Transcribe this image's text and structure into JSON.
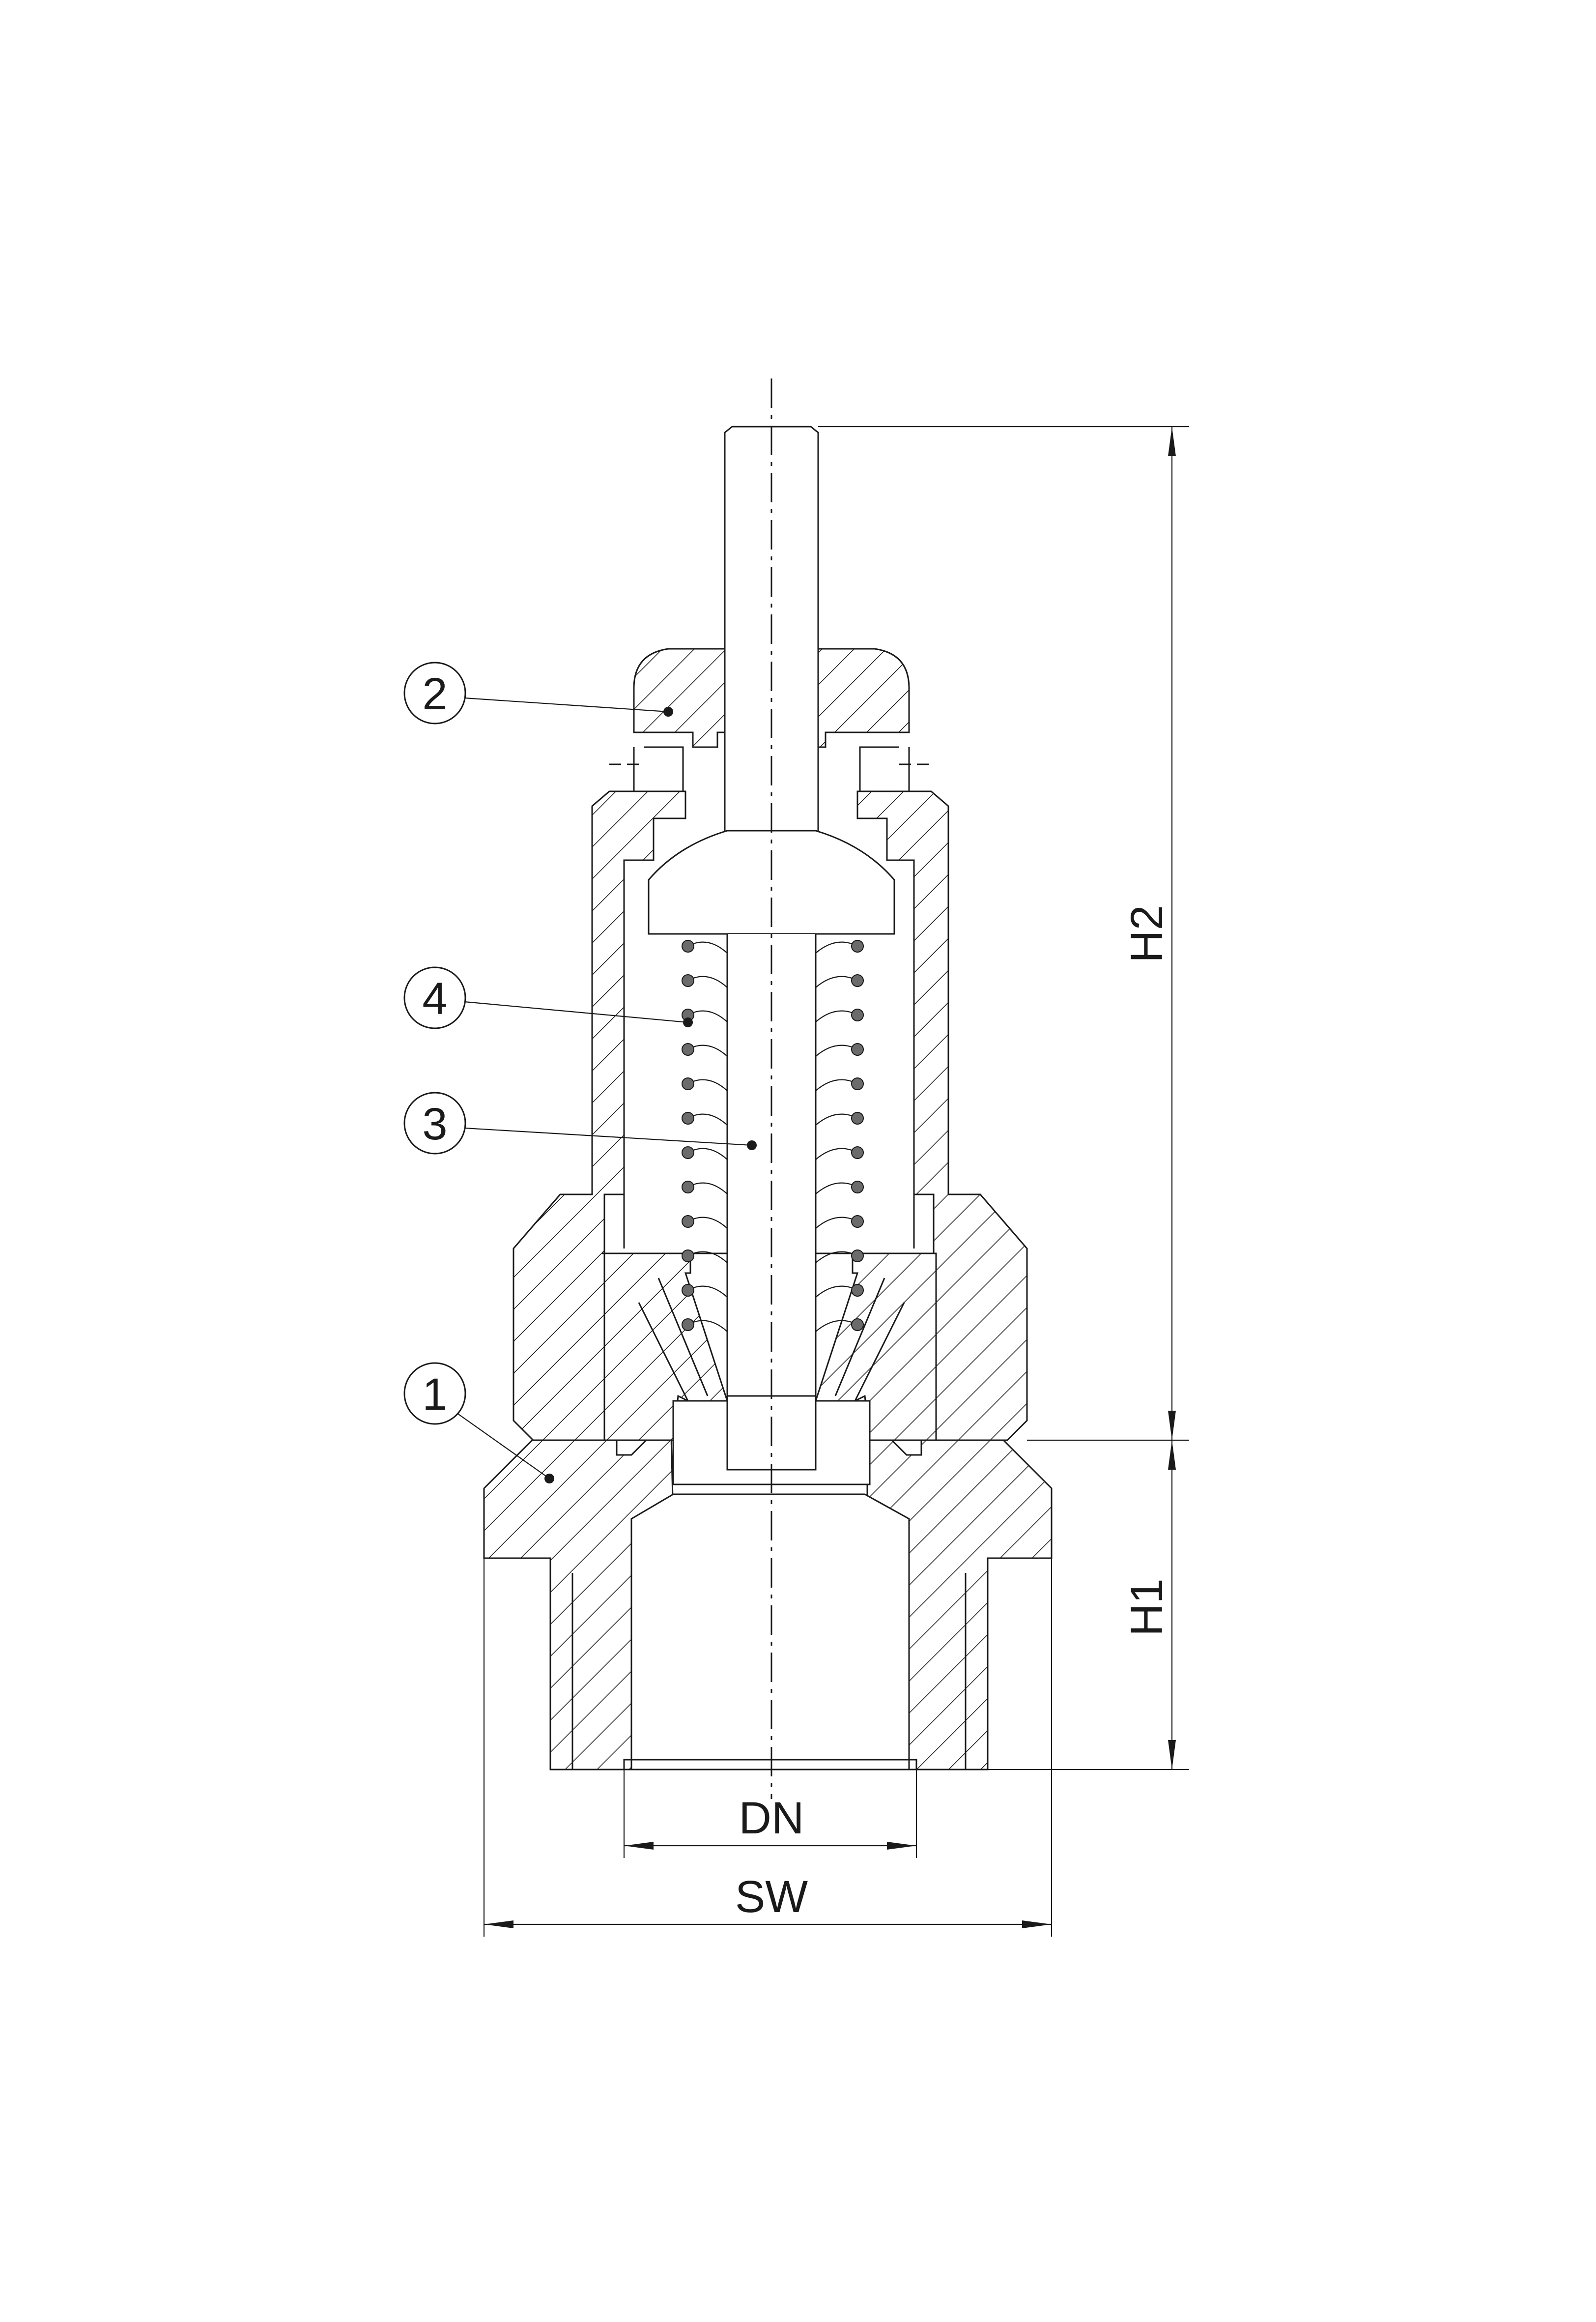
{
  "drawing": {
    "type": "sectional-view",
    "subject": "spring-loaded safety relief valve",
    "line_color": "#1a1a1a",
    "background": "#ffffff"
  },
  "dimensions": {
    "h2": "H2",
    "h1": "H1",
    "dn": "DN",
    "sw": "SW"
  },
  "balloons": [
    {
      "number": "1"
    },
    {
      "number": "2"
    },
    {
      "number": "3"
    },
    {
      "number": "4"
    }
  ]
}
